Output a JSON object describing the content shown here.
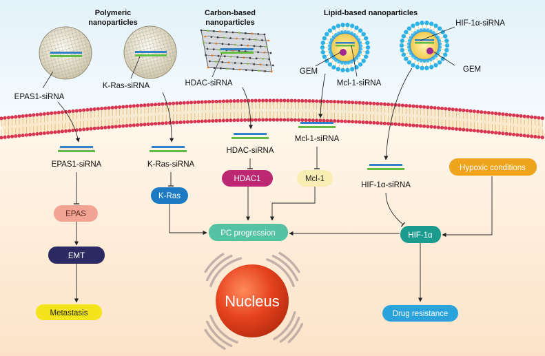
{
  "headers": {
    "polymeric": [
      "Polymeric",
      "nanoparticles"
    ],
    "carbon": [
      "Carbon-based",
      "nanoparticles"
    ],
    "lipid": "Lipid-based nanoparticles"
  },
  "np_labels": {
    "epas1_sirna": "EPAS1-siRNA",
    "kras_sirna": "K-Ras-siRNA",
    "hdac_sirna": "HDAC-siRNA",
    "gem_left": "GEM",
    "mcl1_sirna": "Mcl-1-siRNA",
    "hif_sirna": "HIF-1α-siRNA",
    "gem_right": "GEM"
  },
  "cell_labels": {
    "epas1_sirna": "EPAS1-siRNA",
    "kras_sirna": "K-Ras-siRNA",
    "hdac_sirna": "HDAC-siRNA",
    "mcl1_sirna": "Mcl-1-siRNA",
    "hif_sirna": "HIF-1α-siRNA"
  },
  "nodes": {
    "epas": "EPAS",
    "emt": "EMT",
    "metastasis": "Metastasis",
    "kras": "K-Ras",
    "hdac1": "HDAC1",
    "mcl1": "Mcl-1",
    "pc_progression": "PC progression",
    "hif1a": "HIF-1α",
    "hypoxic": "Hypoxic conditions",
    "drug_resistance": "Drug resistance",
    "nucleus": "Nucleus"
  },
  "colors": {
    "epas": "#f2a394",
    "emt": "#2b2a62",
    "metastasis": "#f4e41c",
    "kras": "#1d79c1",
    "hdac1": "#bc2874",
    "mcl1": "#f8eeb4",
    "pc_progression": "#55c2a4",
    "hif1a": "#1b9a8e",
    "hypoxic": "#eea41c",
    "drug_resistance": "#2aa3dd",
    "nucleus": "#e5431e"
  }
}
